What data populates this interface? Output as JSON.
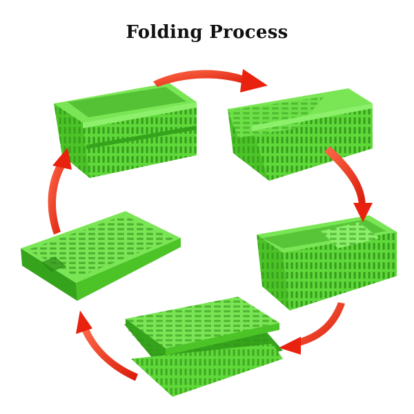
{
  "title": "Folding Process",
  "colors": {
    "crate_face": "#5fd83a",
    "crate_light": "#7be655",
    "crate_dark": "#36a31c",
    "crate_slot": "#2a8a14",
    "arrow_main": "#e8220e",
    "arrow_light": "#ff6a4a"
  },
  "steps": [
    {
      "state": "open-crate"
    },
    {
      "state": "long-side-folding"
    },
    {
      "state": "side-panel-folded-in"
    },
    {
      "state": "half-folded"
    },
    {
      "state": "fully-folded-flat"
    }
  ],
  "arrows": [
    {
      "from": "open-crate",
      "to": "long-side-folding"
    },
    {
      "from": "long-side-folding",
      "to": "side-panel-folded-in"
    },
    {
      "from": "side-panel-folded-in",
      "to": "half-folded"
    },
    {
      "from": "half-folded",
      "to": "fully-folded-flat"
    },
    {
      "from": "fully-folded-flat",
      "to": "open-crate"
    }
  ]
}
